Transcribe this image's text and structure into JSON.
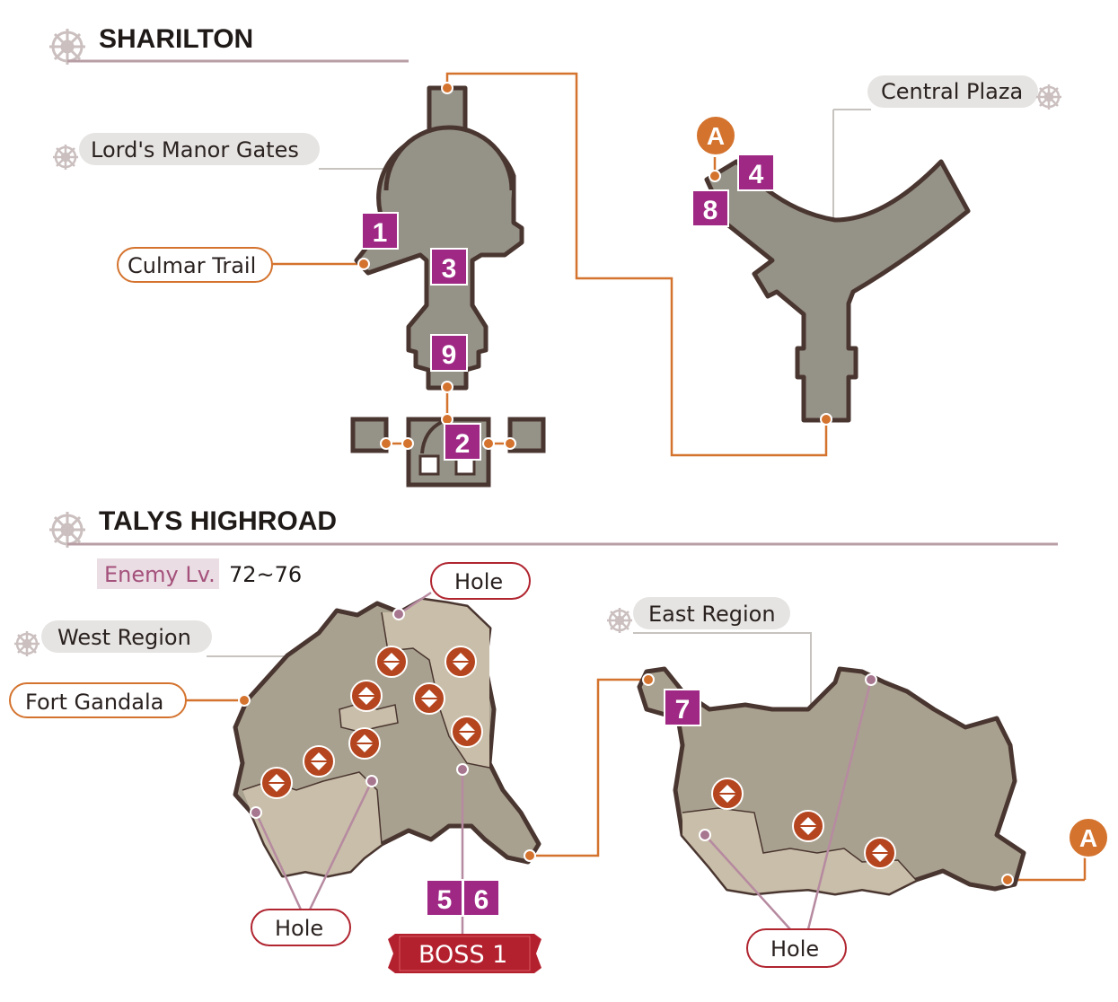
{
  "sections": {
    "sharilton": "SHARILTON",
    "talys": "TALYS HIGHROAD"
  },
  "labels": {
    "central_plaza": "Central Plaza",
    "lords_manor_gates": "Lord's Manor Gates",
    "culmar_trail": "Culmar Trail",
    "west_region": "West Region",
    "east_region": "East Region",
    "fort_gandala": "Fort Gandala",
    "hole": "Hole",
    "boss": "BOSS 1"
  },
  "enemy_level": {
    "label": "Enemy Lv.",
    "value": "72~76"
  },
  "markers": {
    "m1": "1",
    "m2": "2",
    "m3": "3",
    "m4": "4",
    "m5": "5",
    "m6": "6",
    "m7": "7",
    "m8": "8",
    "m9": "9",
    "a": "A"
  },
  "colors": {
    "area_fill": "#959287",
    "region_fill_dark": "#a9a18f",
    "region_fill_light": "#c9bea9",
    "outline": "#4a3630",
    "connector": "#d4732e",
    "marker": "#9f2884",
    "boss": "#b3202e",
    "gray_line": "#c7c3bf"
  }
}
